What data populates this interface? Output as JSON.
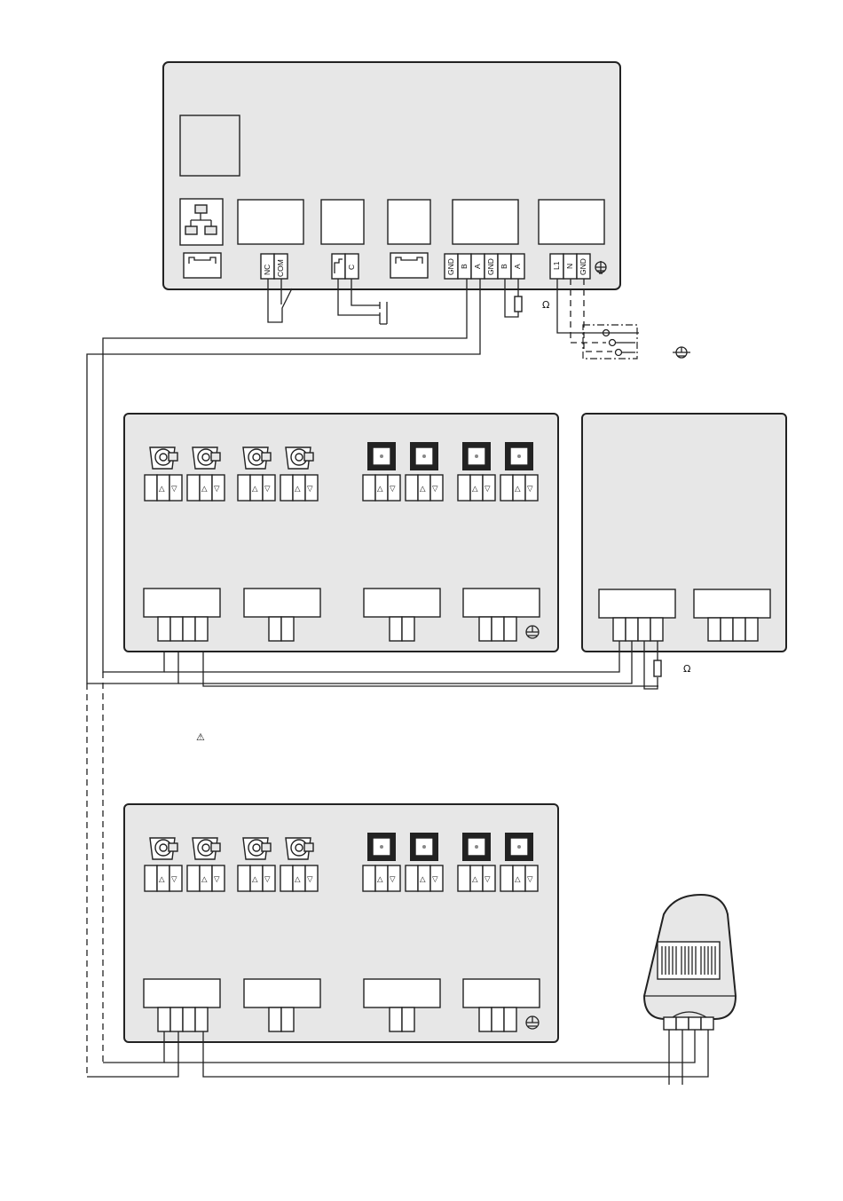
{
  "controller": {
    "terminal_labels": {
      "relay_nc": "NC",
      "relay_com": "COM",
      "input_c": "C",
      "bus1_gnd": "GND",
      "bus1_b": "B",
      "bus1_a": "A",
      "bus2_gnd": "GND",
      "bus2_b": "B",
      "bus2_a": "A",
      "power_l1": "L1",
      "power_n": "N",
      "power_gnd": "GND"
    },
    "icons": [
      "network-icon",
      "rj45-port-icon",
      "earth-ground-icon"
    ]
  },
  "symbols": {
    "ohm_1": "Ω",
    "ohm_2": "Ω",
    "warning": "⚠"
  },
  "modules": {
    "count": 3,
    "valve_symbols": [
      "△",
      "▽"
    ]
  },
  "colors": {
    "panel_fill": "#e7e7e7",
    "line": "#222222",
    "background": "#ffffff"
  }
}
